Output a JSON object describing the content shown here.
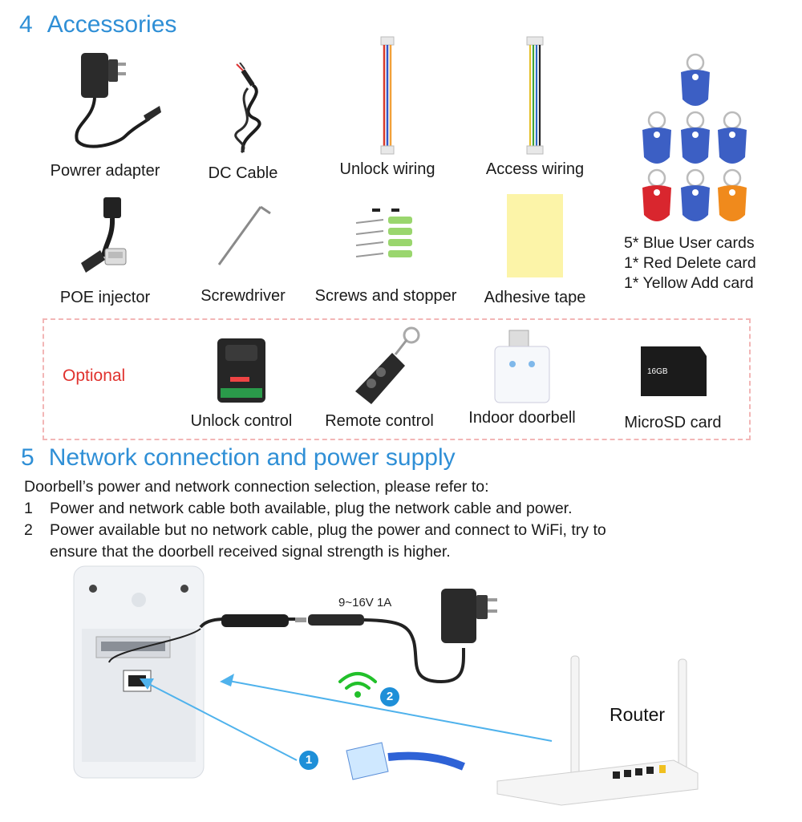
{
  "section4": {
    "number": "4",
    "title": "Accessories",
    "items": [
      {
        "label": "Powrer adapter",
        "icon": "power-adapter-icon"
      },
      {
        "label": "DC Cable",
        "icon": "dc-cable-icon"
      },
      {
        "label": "Unlock wiring",
        "icon": "unlock-wiring-icon"
      },
      {
        "label": "Access wiring",
        "icon": "access-wiring-icon"
      },
      {
        "label": "POE injector",
        "icon": "poe-injector-icon"
      },
      {
        "label": "Screwdriver",
        "icon": "screwdriver-icon"
      },
      {
        "label": "Screws and stopper",
        "icon": "screws-icon"
      },
      {
        "label": "Adhesive tape",
        "icon": "adhesive-tape-icon"
      }
    ],
    "cards": {
      "lines": [
        "5*  Blue User cards",
        "1*  Red Delete card",
        "1*  Yellow Add card"
      ],
      "colors": {
        "blue": "#3c5fc4",
        "red": "#d9262e",
        "yellow": "#f08a1c"
      }
    },
    "optional": {
      "label": "Optional",
      "items": [
        {
          "label": "Unlock control",
          "icon": "unlock-control-icon"
        },
        {
          "label": "Remote control",
          "icon": "remote-control-icon"
        },
        {
          "label": "Indoor doorbell",
          "icon": "indoor-doorbell-icon"
        },
        {
          "label": "MicroSD card",
          "icon": "microsd-card-icon"
        }
      ]
    }
  },
  "section5": {
    "number": "5",
    "title": "Network connection and power supply",
    "intro": "Doorbell’s power and network connection selection, please refer to:",
    "options": [
      {
        "num": "1",
        "text": "Power and network cable both available, plug the network cable and power."
      },
      {
        "num": "2",
        "text": "Power available but no network cable, plug the power and connect to WiFi, try to",
        "text2": "ensure that the doorbell received signal strength is higher."
      }
    ],
    "diagram": {
      "power_spec": "9~16V 1A",
      "router_label": "Router",
      "badge1": "1",
      "badge2": "2",
      "microsd_text": "16GB",
      "accent": "#2f8fd6",
      "wifi_color": "#22c02a"
    }
  }
}
